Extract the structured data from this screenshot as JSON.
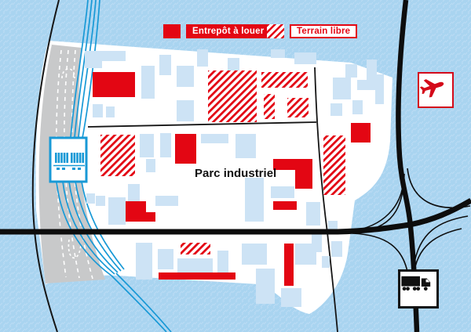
{
  "map": {
    "title": "Parc industriel",
    "description": "Schematic map of an industrial park on a waterfront, with rail freight station, motorway interchange, airport symbol and truck route symbol"
  },
  "legend": {
    "items": [
      {
        "id": "warehouse",
        "label": "Entrepôt à louer",
        "swatch": "solid-red-square"
      },
      {
        "id": "free-land",
        "label": "Terrain libre",
        "swatch": "red-hatched-square"
      }
    ]
  },
  "icons": [
    {
      "name": "airplane-icon",
      "meaning": "airport access"
    },
    {
      "name": "truck-icon",
      "meaning": "road freight access"
    },
    {
      "name": "train-icon",
      "meaning": "rail freight station"
    }
  ],
  "colors": {
    "water": "#a9d4f0",
    "land": "#ffffff",
    "building_blue": "#cde3f5",
    "warehouse_red": "#e30613",
    "rail_blue": "#1899d6",
    "road_gray": "#c8c9ca",
    "road_black": "#0d0d0d"
  }
}
